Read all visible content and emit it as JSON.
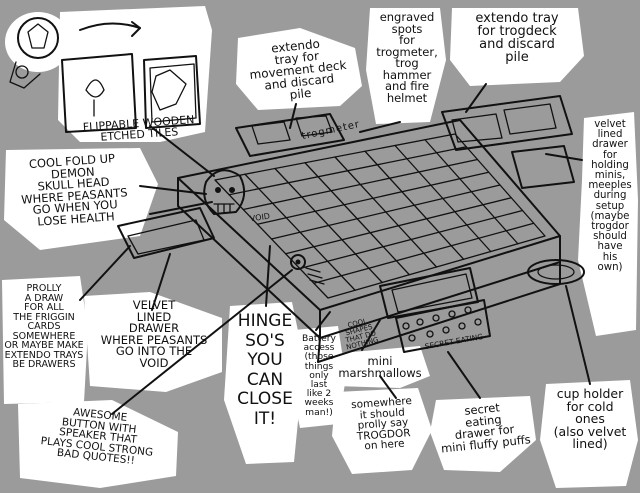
{
  "labels": {
    "flippable_tiles": "FLIPPABLE WOODEN\nETCHED TILES",
    "movement_tray": "extendo\ntray for\nmovement deck\nand discard\npile",
    "engraved_spots": "engraved\nspots\nfor\ntrogmeter,\ntrog hammer\nand fire\nhelmet",
    "trogdeck_tray": "extendo tray\nfor trogdeck\nand discard\npile",
    "skull_head": "COOL FOLD UP\nDEMON\nSKULL HEAD\nWHERE PEASANTS\nGO WHEN YOU\nLOSE HEALTH",
    "velvet_minis": "velvet\nlined\ndrawer\nfor\nholding\nminis,\nmeeples\nduring\nsetup\n(maybe\ntrogdor\nshould\nhave\nhis\nown)",
    "cards_drawer": "PROLLY\nA DRAW\nFOR ALL\nTHE FRIGGIN\nCARDS\nSOMEWHERE\nOR MAYBE MAKE\nEXTENDO TRAYS\nBE DRAWERS",
    "velvet_void": "VELVET\nLINED\nDRAWER\nWHERE PEASANTS\nGO INTO THE\nVOID",
    "hinge": "HINGE\nSO'S\nYOU\nCAN\nCLOSE\nIT!",
    "battery": "Battery\naccess\n(those\nthings\nonly\nlast\nlike 2\nweeks\nman!)",
    "cool_shapes": "COOL\nSHAPES\nTHAT DO\nNOTHING",
    "secret_text": "SECRET EATING",
    "marshmallows": "mini\nmarshmallows",
    "somewhere_trogdor": "somewhere\nit should\nprolly say\nTROGDOR\non here",
    "secret_drawer": "secret\neating\ndrawer for\nmini fluffy puffs",
    "cup_holder": "cup holder\nfor cold\nones\n(also velvet\nlined)",
    "awesome_button": "AWESOME\nBUTTON WITH\nSPEAKER THAT\nPLAYS COOL STRONG\nBAD QUOTES!!",
    "void_text": "VOID",
    "board_engraving": "trogmeter"
  }
}
